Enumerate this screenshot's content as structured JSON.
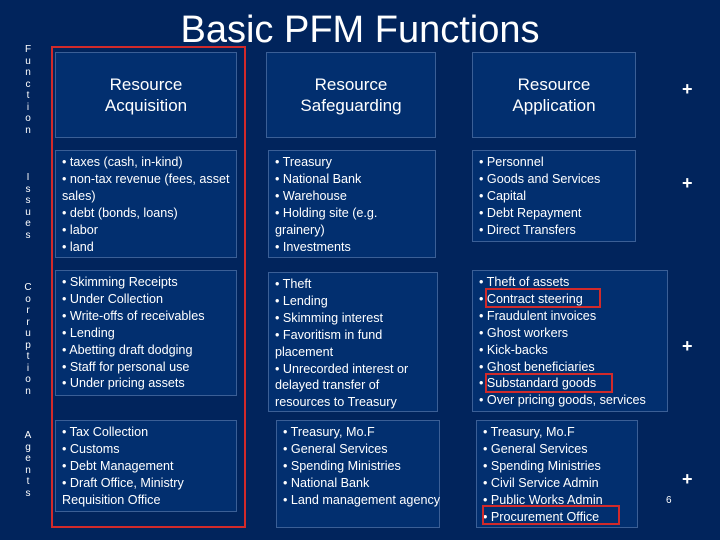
{
  "title": "Basic PFM Functions",
  "row_labels": {
    "functions": "Function",
    "issues": "Issues",
    "corruption": "Corruption",
    "agents": "Agents"
  },
  "headers": {
    "acquisition": [
      "Resource",
      "Acquisition"
    ],
    "safeguarding": [
      "Resource",
      "Safeguarding"
    ],
    "application": [
      "Resource",
      "Application"
    ]
  },
  "issues": {
    "acquisition": [
      "• taxes (cash, in-kind)",
      "• non-tax revenue (fees, asset sales)",
      "• debt (bonds, loans)",
      "• labor",
      "• land"
    ],
    "safeguarding": [
      "• Treasury",
      "• National Bank",
      "• Warehouse",
      "• Holding site (e.g. grainery)",
      "• Investments"
    ],
    "application": [
      "• Personnel",
      "• Goods and Services",
      "• Capital",
      "• Debt Repayment",
      "• Direct Transfers"
    ]
  },
  "corruption": {
    "acquisition": [
      "• Skimming Receipts",
      "• Under Collection",
      "• Write-offs of receivables",
      "• Lending",
      "• Abetting draft dodging",
      "• Staff for personal use",
      "• Under pricing assets"
    ],
    "safeguarding": [
      "• Theft",
      "• Lending",
      "• Skimming interest",
      "• Favoritism in fund placement",
      "• Unrecorded interest or delayed transfer of resources to Treasury"
    ],
    "application": [
      "• Theft of assets",
      "• Contract steering",
      "• Fraudulent invoices",
      "• Ghost workers",
      "• Kick-backs",
      "• Ghost beneficiaries",
      "• Substandard goods",
      "• Over pricing goods, services"
    ]
  },
  "agents": {
    "acquisition": [
      "• Tax Collection",
      "• Customs",
      "• Debt Management",
      "• Draft Office, Ministry Requisition Office"
    ],
    "safeguarding": [
      "• Treasury, Mo.F",
      "• General Services",
      "• Spending Ministries",
      "• National Bank",
      "• Land management agency"
    ],
    "application": [
      "• Treasury, Mo.F",
      "• General Services",
      "• Spending Ministries",
      "• Civil Service Admin",
      "• Public Works Admin",
      "• Procurement Office"
    ]
  },
  "plus_symbol": "+",
  "page_number": "6",
  "colors": {
    "background": "#01245c",
    "box": "#022f6f",
    "highlight": "#d22a2a",
    "text": "#ffffff"
  }
}
